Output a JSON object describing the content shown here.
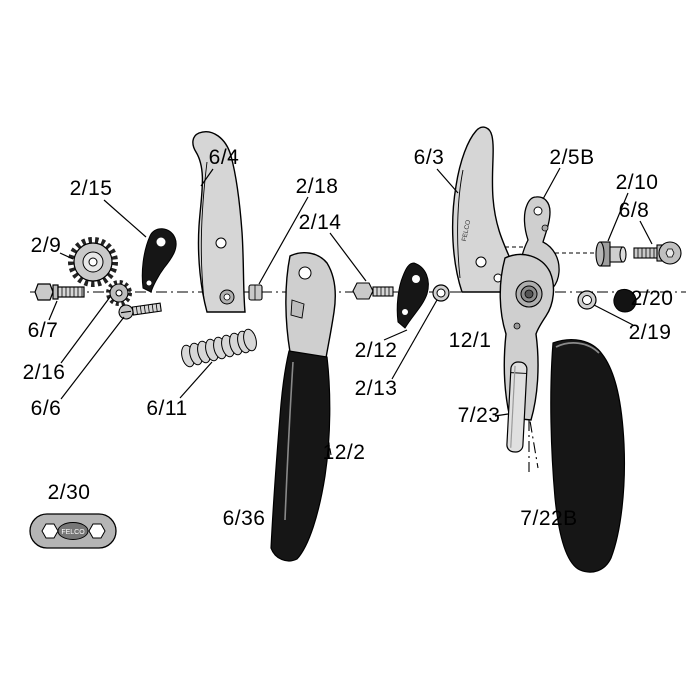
{
  "figure": {
    "type": "exploded-parts-diagram",
    "background": "#ffffff",
    "line_color": "#000000",
    "metal_color": "#d6d6d6",
    "black_part_color": "#161616",
    "wrench_logo": "FELCO",
    "blade_engraving": "FELCO"
  },
  "labels": [
    {
      "text": "2/15"
    },
    {
      "text": "6/4"
    },
    {
      "text": "2/18"
    },
    {
      "text": "2/14"
    },
    {
      "text": "6/3"
    },
    {
      "text": "2/5B"
    },
    {
      "text": "2/10"
    },
    {
      "text": "6/8"
    },
    {
      "text": "2/9"
    },
    {
      "text": "6/7"
    },
    {
      "text": "2/16"
    },
    {
      "text": "6/6"
    },
    {
      "text": "6/11"
    },
    {
      "text": "2/12"
    },
    {
      "text": "2/13"
    },
    {
      "text": "12/1"
    },
    {
      "text": "2/20"
    },
    {
      "text": "2/19"
    },
    {
      "text": "7/23"
    },
    {
      "text": "12/2"
    },
    {
      "text": "6/36"
    },
    {
      "text": "2/30"
    },
    {
      "text": "7/22B"
    }
  ]
}
